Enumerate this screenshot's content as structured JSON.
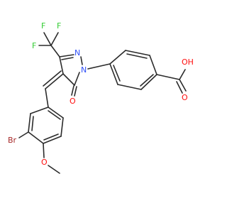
{
  "molecule": {
    "atoms": {
      "f1": {
        "text": "F",
        "color": "#33cc33"
      },
      "f2": {
        "text": "F",
        "color": "#33cc33"
      },
      "f3": {
        "text": "F",
        "color": "#33cc33"
      },
      "n_ring": {
        "text": "N",
        "color": "#3050f8"
      },
      "n_aryl": {
        "text": "N",
        "color": "#3050f8"
      },
      "o_keto": {
        "text": "O",
        "color": "#ff0d0d"
      },
      "oh": {
        "text": "OH",
        "color": "#ff0d0d"
      },
      "o_acid": {
        "text": "O",
        "color": "#ff0d0d"
      },
      "br": {
        "text": "Br",
        "color": "#a62929"
      },
      "o_ether": {
        "text": "O",
        "color": "#ff0d0d"
      }
    }
  }
}
